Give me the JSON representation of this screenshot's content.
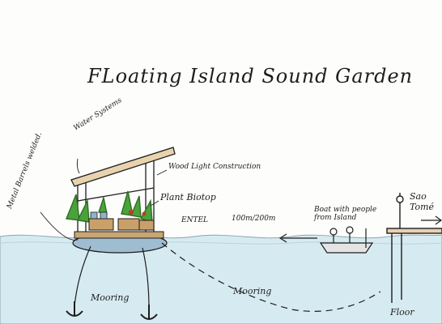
{
  "title": "FLoating Island Sound Garden",
  "labels": {
    "water_systems": "Water Systems",
    "wood_light_construction": "Wood Light Construction",
    "metal_barrels_welded": "Metal Barrels welded.",
    "plant_biotop": "Plant Biotop",
    "entel": "ENTEL",
    "distance": "100m/200m",
    "boat": "Boat with people from Island",
    "sao_tome": "Sao Tomé",
    "mooring_left": "Mooring",
    "mooring_right": "Mooring",
    "floor": "Floor"
  },
  "colors": {
    "ink": "#1d1d1d",
    "water": "#cfe6ee",
    "plant_green": "#3f9a2e",
    "barrel_blue": "#8fb3c9",
    "wood": "#c9a572",
    "flower_red": "#c0392b"
  },
  "icons": [
    "anchor-icon",
    "anchor-icon",
    "arrow-left-icon",
    "arrow-right-icon"
  ]
}
